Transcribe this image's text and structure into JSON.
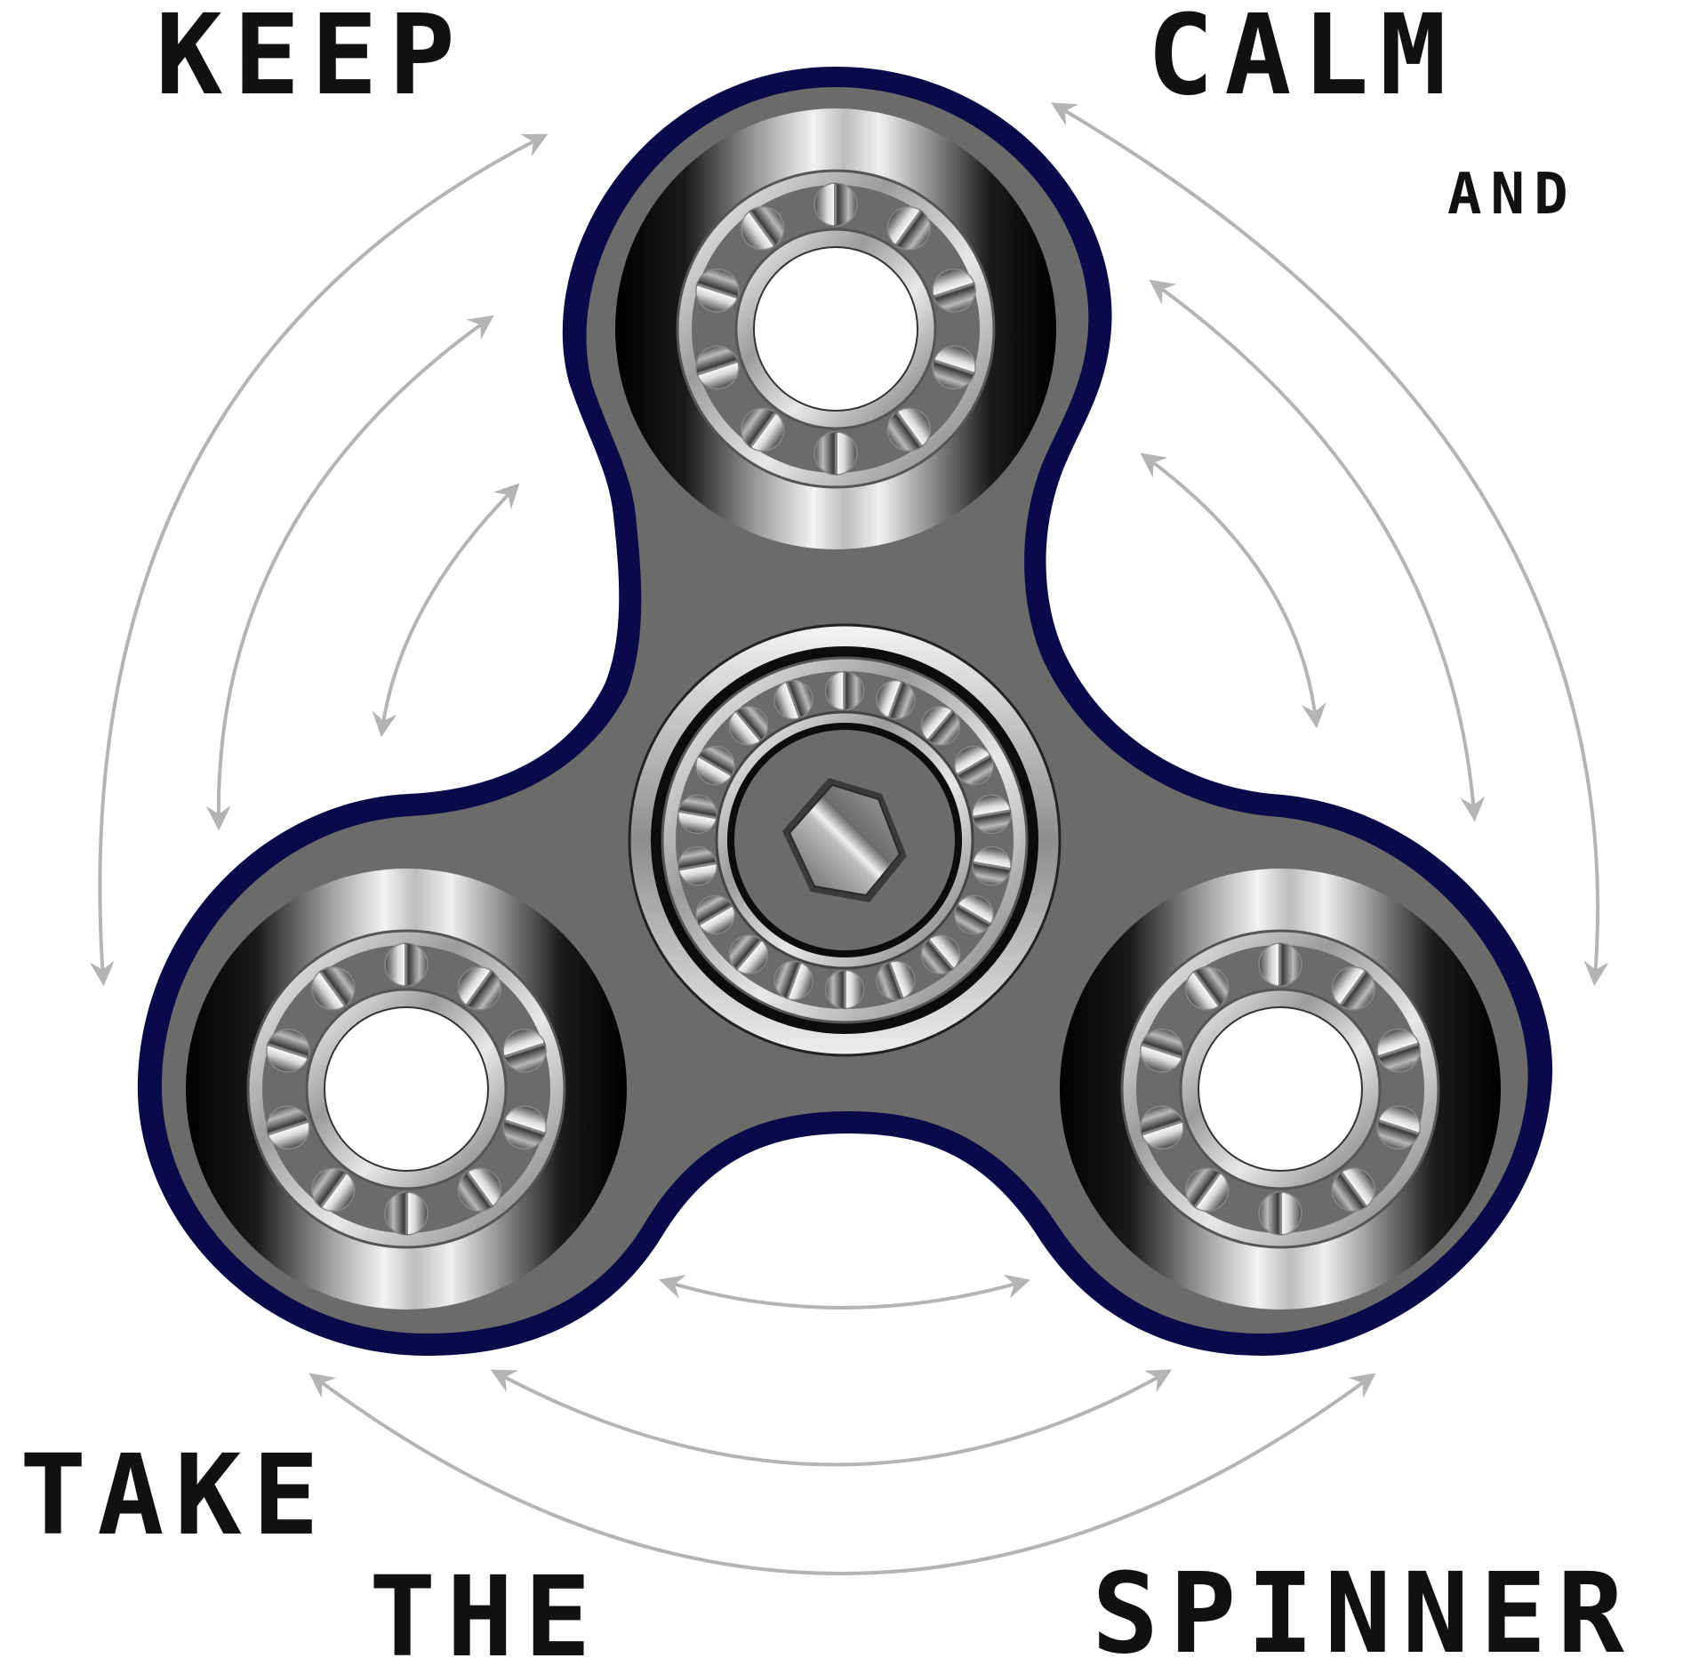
{
  "poster": {
    "words": {
      "keep": "KEEP",
      "calm": "CALM",
      "and": "AND",
      "take": "TAKE",
      "the": "THE",
      "spinner": "SPINNER"
    }
  },
  "colors": {
    "outline": "#0a0a4a",
    "body": "#6b6b69",
    "arrows": "#b4b4b4",
    "text": "#111111",
    "bearing_dark": "#000000",
    "bearing_light": "#e9e9e9"
  },
  "icons": [
    "fidget-spinner-icon",
    "bearing-icon",
    "hex-nut-icon",
    "double-arrow-icon"
  ]
}
